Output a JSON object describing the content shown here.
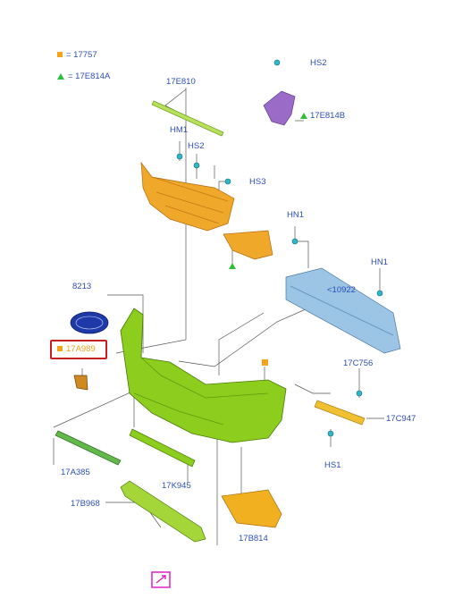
{
  "legend": [
    {
      "symbol": "orange-square",
      "text": "= 17757"
    },
    {
      "symbol": "green-triangle",
      "text": "= 17E814A"
    }
  ],
  "labels": {
    "l_17E810": "17E810",
    "l_HM1": "HM1",
    "l_HS2_top": "HS2",
    "l_HS2_mid": "HS2",
    "l_17E814B": "17E814B",
    "l_HS3": "HS3",
    "l_HN1_a": "HN1",
    "l_HN1_b": "HN1",
    "l_10922": "<10922",
    "l_8213": "8213",
    "l_17A989": "17A989",
    "l_17C756": "17C756",
    "l_17C947": "17C947",
    "l_HS1": "HS1",
    "l_17A385": "17A385",
    "l_17K945": "17K945",
    "l_17B968": "17B968",
    "l_17B814": "17B814"
  },
  "colors": {
    "label_blue": "#2c4fb5",
    "highlight_red": "#c42020",
    "highlight_text": "#f0a020",
    "bumper_green": "#8ccd1e",
    "bracket_orange": "#f0a82a",
    "reinforcement_blue": "#9cc4e4",
    "bracket_purple": "#9a6cc8",
    "emblem_blue": "#1e3aa8",
    "clip_cyan": "#2bb8c8",
    "marker_magenta": "#e020c0"
  }
}
